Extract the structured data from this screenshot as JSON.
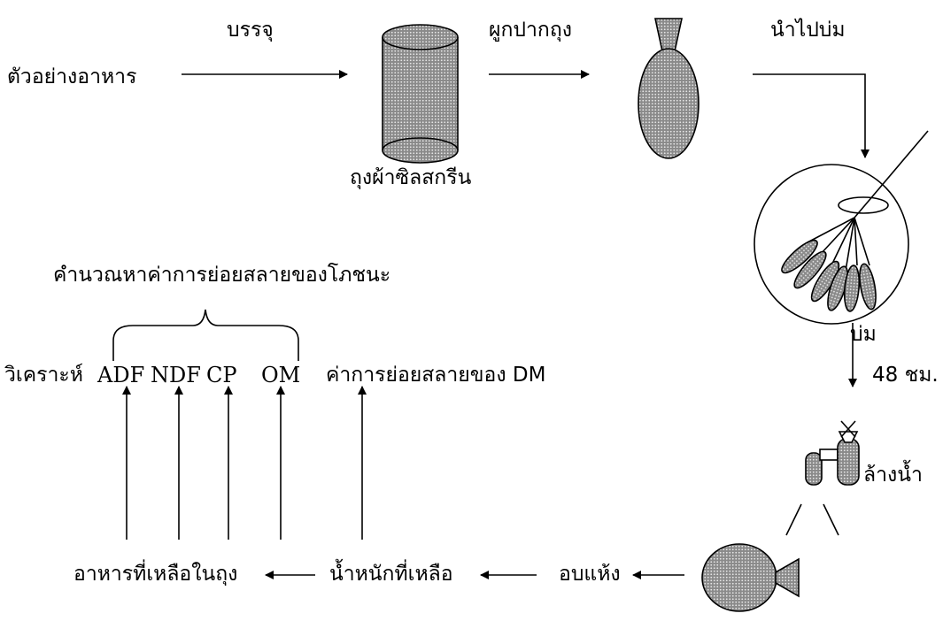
{
  "labels": {
    "food_sample": "ตัวอย่างอาหาร",
    "pack": "บรรจุ",
    "tie_bag": "ผูกปากถุง",
    "incubate": "นำไปบ่ม",
    "silk_bag": "ถุงผ้าซิลสกรีน",
    "calculate": "คำนวณหาค่าการย่อยสลายของโภชนะ",
    "analyze": "วิเคราะห์",
    "adf": "ADF",
    "ndf": "NDF",
    "cp": "CP",
    "om": "OM",
    "dm_digestibility": "ค่าการย่อยสลายของ DM",
    "incubation": "บ่ม",
    "hours": "48 ชม.",
    "wash": "ล้างน้ำ",
    "dry": "อบแห้ง",
    "remaining_weight": "น้ำหนักที่เหลือ",
    "residue": "อาหารที่เหลือในถุง"
  },
  "colors": {
    "ink": "#000000",
    "bag_fill": "#8a8a8a",
    "bag_dots": "#e8e8e8"
  }
}
